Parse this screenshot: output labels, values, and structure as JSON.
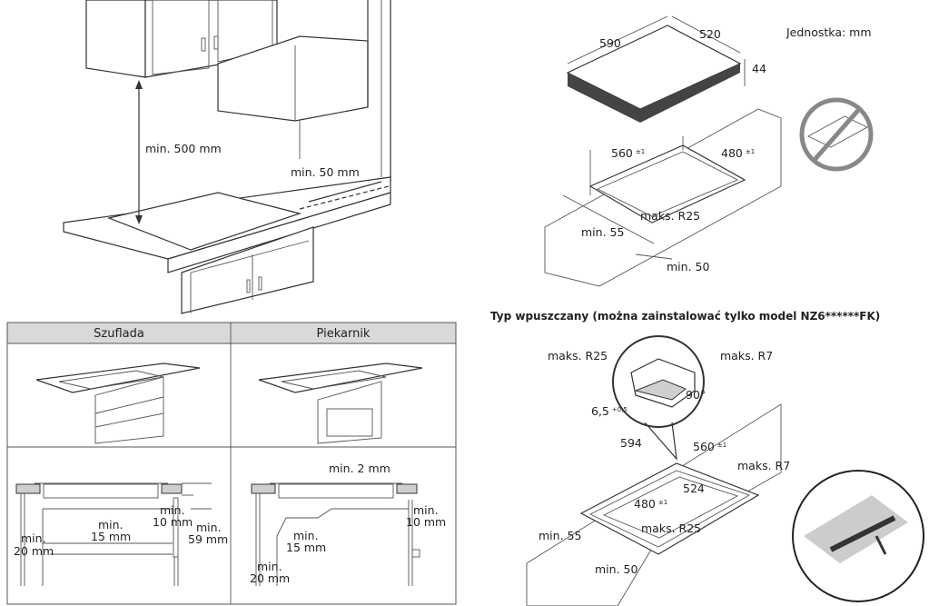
{
  "unit_label": "Jednostka: mm",
  "top_left": {
    "min_height": "min. 500 mm",
    "min_wall_gap": "min. 50 mm"
  },
  "top_right": {
    "hob_width": "590",
    "hob_depth": "520",
    "hob_height": "44",
    "cutout_width": "560",
    "cutout_width_tol": "±1",
    "cutout_depth": "480",
    "cutout_depth_tol": "±1",
    "max_radius": "maks. R25",
    "min_front": "min. 55",
    "min_back": "min. 50",
    "no_tool_icon": "prohibited-tool-icon"
  },
  "table": {
    "headers": [
      "Szuflada",
      "Piekarnik"
    ],
    "drawer": {
      "min_10": [
        "min.",
        "10 mm"
      ],
      "min_15": [
        "min.",
        "15 mm"
      ],
      "min_59": [
        "min.",
        "59 mm"
      ],
      "min_20": [
        "min.",
        "20 mm"
      ]
    },
    "oven": {
      "min_2": "min. 2 mm",
      "min_10": [
        "min.",
        "10 mm"
      ],
      "min_15": [
        "min.",
        "15 mm"
      ],
      "min_20": [
        "min.",
        "20 mm"
      ]
    }
  },
  "flush": {
    "title": "Typ wpuszczany (można zainstalować tylko model NZ6******FK)",
    "detail_r25": "maks. R25",
    "detail_r7": "maks. R7",
    "angle": "90°",
    "depth": "6,5",
    "depth_tol": "+0,5",
    "outer_width": "594",
    "cutout_width": "560",
    "cutout_width_tol": "±1",
    "outer_r7": "maks. R7",
    "inner_width": "524",
    "cutout_depth": "480",
    "cutout_depth_tol": "±1",
    "inner_r25": "maks. R25",
    "min_front": "min. 55",
    "min_back": "min. 50"
  }
}
